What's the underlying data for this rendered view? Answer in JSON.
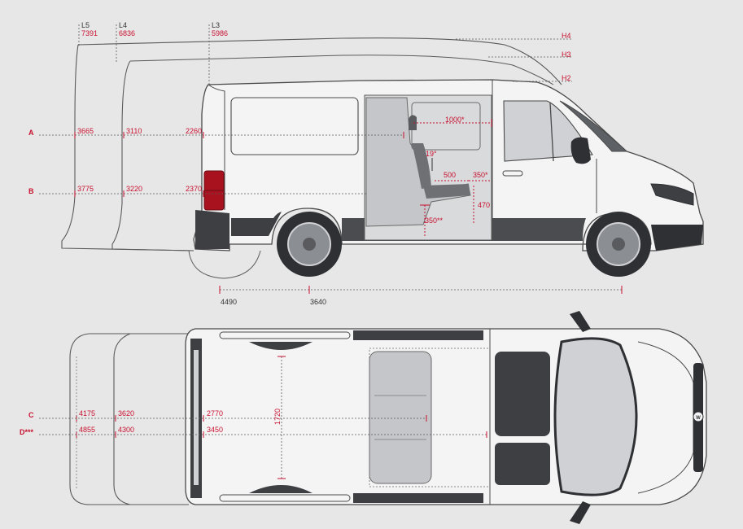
{
  "colors": {
    "background": "#e7e7e8",
    "dimension_red": "#c8102e",
    "outline": "#4a4a4a",
    "body_white": "#f4f4f5",
    "panel_dark": "#3d3f42",
    "glass": "#cfd1d4",
    "cargo_grey": "#c4c6c9"
  },
  "length_markers": {
    "l5": {
      "code": "L5",
      "value": "7391"
    },
    "l4": {
      "code": "L4",
      "value": "6836"
    },
    "l3": {
      "code": "L3",
      "value": "5986"
    }
  },
  "height_markers": {
    "h4": "H4",
    "h3": "H3",
    "h2": "H2"
  },
  "side_view": {
    "row_a": {
      "label": "A",
      "values": [
        "3665",
        "3110",
        "2260"
      ]
    },
    "row_b": {
      "label": "B",
      "values": [
        "3775",
        "3220",
        "2370"
      ]
    },
    "interior": {
      "seat_width": "1000*",
      "angle": "19°",
      "seat_depth": "500",
      "seat_gap": "350*",
      "seat_height": "470",
      "floor": "350**"
    },
    "wheelbase": [
      "4490",
      "3640"
    ]
  },
  "top_view": {
    "row_c": {
      "label": "C",
      "values": [
        "4175",
        "3620",
        "2770"
      ]
    },
    "row_d": {
      "label": "D***",
      "values": [
        "4855",
        "4300",
        "3450"
      ]
    },
    "width": "1720"
  },
  "icons": {
    "logo": "vw-logo-icon",
    "wheel": "wheel-icon",
    "mirror": "side-mirror-icon",
    "tail_light": "tail-light-icon",
    "headlight": "headlight-icon"
  }
}
